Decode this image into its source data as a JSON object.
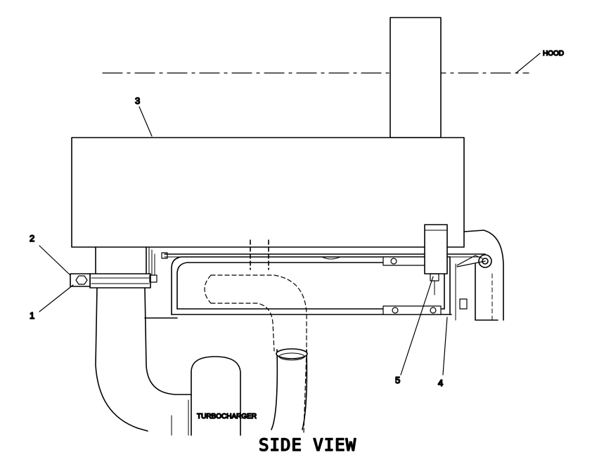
{
  "drawing": {
    "view_title": "SIDE VIEW",
    "labels": {
      "hood": "HOOD",
      "turbocharger": "TURBOCHARGER"
    },
    "callouts": {
      "c1": "1",
      "c2": "2",
      "c3": "3",
      "c4": "4",
      "c5": "5"
    }
  }
}
